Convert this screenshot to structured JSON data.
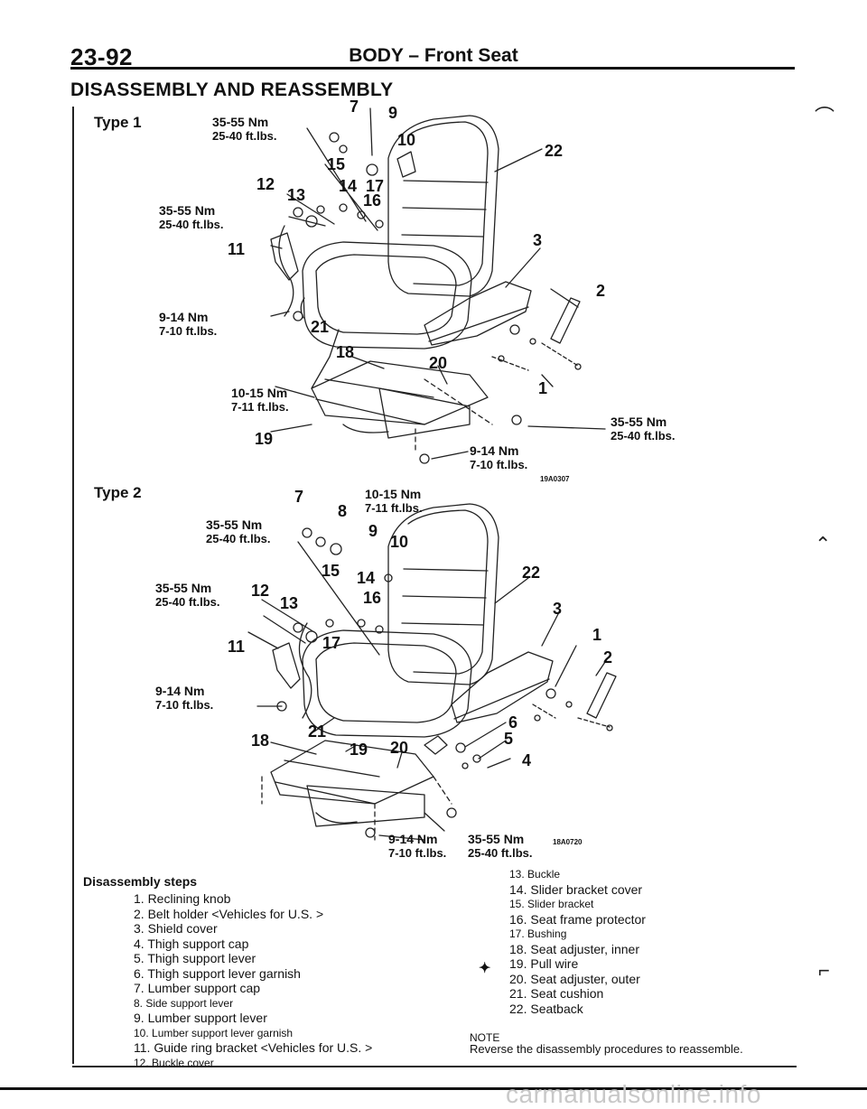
{
  "header": {
    "page_number": "23-92",
    "title": "BODY – Front Seat"
  },
  "section_title": "DISASSEMBLY AND REASSEMBLY",
  "figure1": {
    "type_label": "Type 1",
    "code": "19A0307",
    "callouts": {
      "top_nm": "35-55 Nm",
      "top_ftlbs": "25-40 ft.lbs.",
      "left_nm": "35-55 Nm",
      "left_ftlbs": "25-40 ft.lbs.",
      "lever_nm": "9-14 Nm",
      "lever_ftlbs": "7-10 ft.lbs.",
      "rail_nm": "10-15 Nm",
      "rail_ftlbs": "7-11 ft.lbs.",
      "right_nm": "35-55 Nm",
      "right_ftlbs": "25-40 ft.lbs.",
      "bottom_nm": "9-14 Nm",
      "bottom_ftlbs": "7-10 ft.lbs."
    },
    "numbers": [
      "7",
      "9",
      "10",
      "15",
      "12",
      "13",
      "14",
      "17",
      "16",
      "22",
      "11",
      "3",
      "2",
      "21",
      "18",
      "20",
      "1",
      "19"
    ]
  },
  "figure2": {
    "type_label": "Type 2",
    "code": "18A0720",
    "callouts": {
      "top_nm": "35-55 Nm",
      "top_ftlbs": "25-40 ft.lbs.",
      "mid_nm": "10-15 Nm",
      "mid_ftlbs": "7-11 ft.lbs.",
      "left_nm": "35-55 Nm",
      "left_ftlbs": "25-40 ft.lbs.",
      "lever_nm": "9-14 Nm",
      "lever_ftlbs": "7-10 ft.lbs.",
      "bottom_nm": "9-14 Nm",
      "bottom_ftlbs": "7-10 ft.lbs.",
      "right_nm": "35-55 Nm",
      "right_ftlbs": "25-40 ft.lbs."
    },
    "numbers": [
      "7",
      "8",
      "9",
      "10",
      "15",
      "14",
      "22",
      "12",
      "13",
      "16",
      "3",
      "11",
      "17",
      "1",
      "2",
      "21",
      "6",
      "18",
      "19",
      "20",
      "5",
      "4"
    ]
  },
  "steps": {
    "title": "Disassembly steps",
    "left": [
      "1. Reclining knob",
      "2. Belt holder <Vehicles for U.S. >",
      "3. Shield cover",
      "4. Thigh support cap",
      "5. Thigh support lever",
      "6. Thigh support lever garnish",
      "7. Lumber support cap",
      "8. Side support lever",
      "9. Lumber support lever",
      "10. Lumber support lever garnish",
      "11. Guide ring bracket <Vehicles for U.S. >",
      "12. Buckle cover"
    ],
    "right": [
      "13. Buckle",
      "14. Slider bracket cover",
      "15. Slider bracket",
      "16. Seat frame protector",
      "17. Bushing",
      "18. Seat adjuster, inner",
      "19. Pull wire",
      "20. Seat adjuster, outer",
      "21. Seat cushion",
      "22. Seatback"
    ],
    "marker": "✦"
  },
  "note": {
    "label": "NOTE",
    "text": "Reverse the disassembly procedures to reassemble."
  },
  "watermark": "carmanualsonline.info"
}
